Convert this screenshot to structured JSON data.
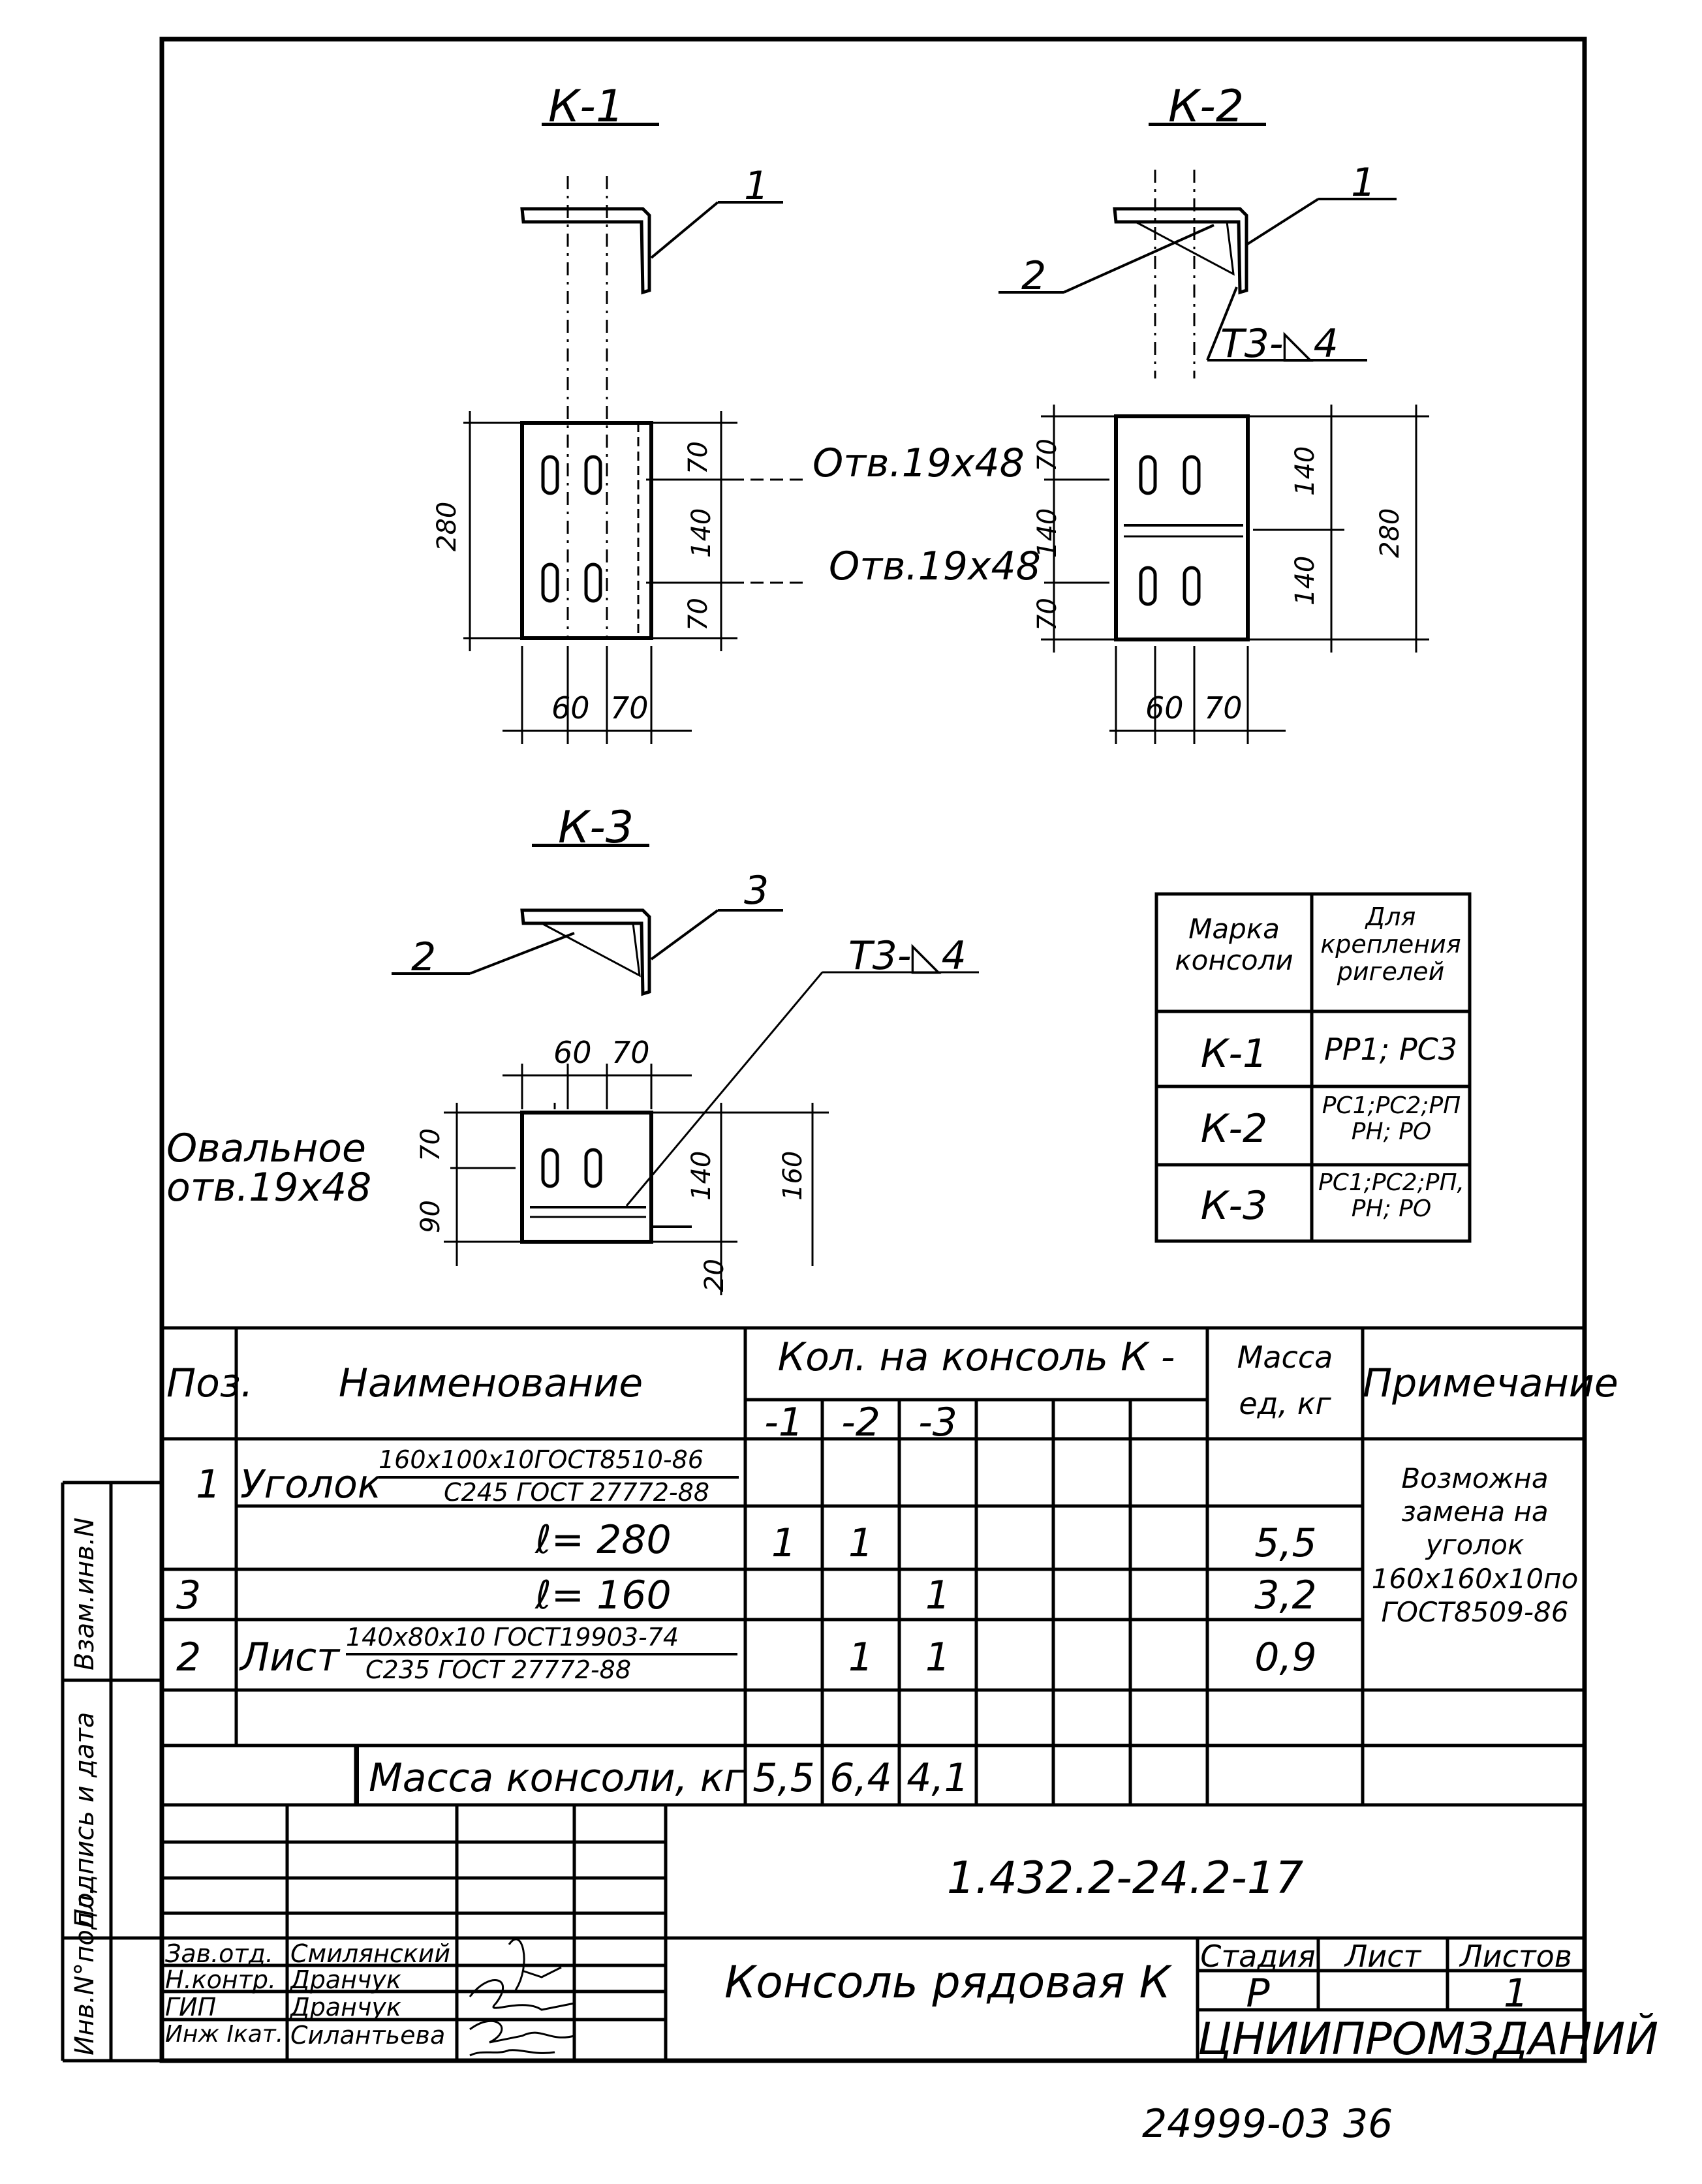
{
  "drawing": {
    "views": [
      {
        "mark": "К-1"
      },
      {
        "mark": "К-2"
      },
      {
        "mark": "К-3"
      }
    ],
    "callouts": {
      "k1_pos1": "1",
      "k2_pos1": "1",
      "k2_pos2": "2",
      "k2_weld": "Т3-◺4",
      "k3_pos3": "3",
      "k3_pos2": "2",
      "k3_weld": "Т3-◺4",
      "hole_upper": "Отв.19х48",
      "hole_lower": "Отв.19х48",
      "oval_hole_1": "Овальное",
      "oval_hole_2": "отв.19х48"
    },
    "dims": {
      "k1_height": "280",
      "k1_top": "70",
      "k1_mid": "140",
      "k1_bottom": "70",
      "k1_w1": "60",
      "k1_w2": "70",
      "k2_left_top": "70",
      "k2_left_mid": "140",
      "k2_left_bottom": "70",
      "k2_right_top": "140",
      "k2_right_bottom": "140",
      "k2_height": "280",
      "k2_w1": "60",
      "k2_w2": "70",
      "k3_w1": "60",
      "k3_w2": "70",
      "k3_left_top": "70",
      "k3_left_bottom": "90",
      "k3_right": "140",
      "k3_height": "160",
      "k3_bottom": "20"
    }
  },
  "mark_table": {
    "header_col1": "Марка консоли",
    "header_col2": "Для крепления ригелей",
    "rows": [
      {
        "mark": "К-1",
        "use": "РР1; РС3"
      },
      {
        "mark": "К-2",
        "use": "РС1;РС2;РП РН; РО"
      },
      {
        "mark": "К-3",
        "use": "РС1;РС2;РП, РН; РО"
      }
    ]
  },
  "spec": {
    "col_pos": "Поз.",
    "col_name": "Наименование",
    "col_qty": "Кол. на консоль К -",
    "col_qty_sub": [
      "-1",
      "-2",
      "-3"
    ],
    "col_mass": "Масса ед, кг",
    "col_note": "Примечание",
    "rows": [
      {
        "pos": "1",
        "name": "Уголок",
        "frac_top": "160х100х10ГОСТ8510-86",
        "frac_bottom": "С245 ГОСТ 27772-88",
        "q1": "",
        "q2": "",
        "q3": "",
        "mass": ""
      },
      {
        "pos": "",
        "name": "ℓ= 280",
        "q1": "1",
        "q2": "1",
        "q3": "",
        "mass": "5,5"
      },
      {
        "pos": "3",
        "name": "ℓ= 160",
        "q1": "",
        "q2": "",
        "q3": "1",
        "mass": "3,2"
      },
      {
        "pos": "2",
        "name": "Лист",
        "frac_top": "140х80х10 ГОСТ19903-74",
        "frac_bottom": "С235 ГОСТ 27772-88",
        "q1": "",
        "q2": "1",
        "q3": "1",
        "mass": "0,9"
      }
    ],
    "note": "Возможна замена на уголок 160х160х10по ГОСТ8509-86",
    "total_label": "Масса консоли, кг",
    "totals": [
      "5,5",
      "6,4",
      "4,1"
    ]
  },
  "title_block": {
    "code": "1.432.2-24.2-17",
    "title": "Консоль рядовая К",
    "stage_label": "Стадия",
    "sheet_label": "Лист",
    "sheets_label": "Листов",
    "stage": "Р",
    "sheet": "",
    "sheets": "1",
    "org": "ЦНИИПРОМЗДАНИЙ",
    "people": [
      {
        "role": "Зав.отд.",
        "name": "Смилянский"
      },
      {
        "role": "Н.контр.",
        "name": "Дранчук"
      },
      {
        "role": "ГИП",
        "name": "Дранчук"
      },
      {
        "role": "Инж Iкат.",
        "name": "Силантьева"
      }
    ]
  },
  "side_stamp": [
    "Взам.инв.N",
    "Подпись и дата",
    "Инв.N°подл."
  ],
  "footer": "24999-03 36"
}
